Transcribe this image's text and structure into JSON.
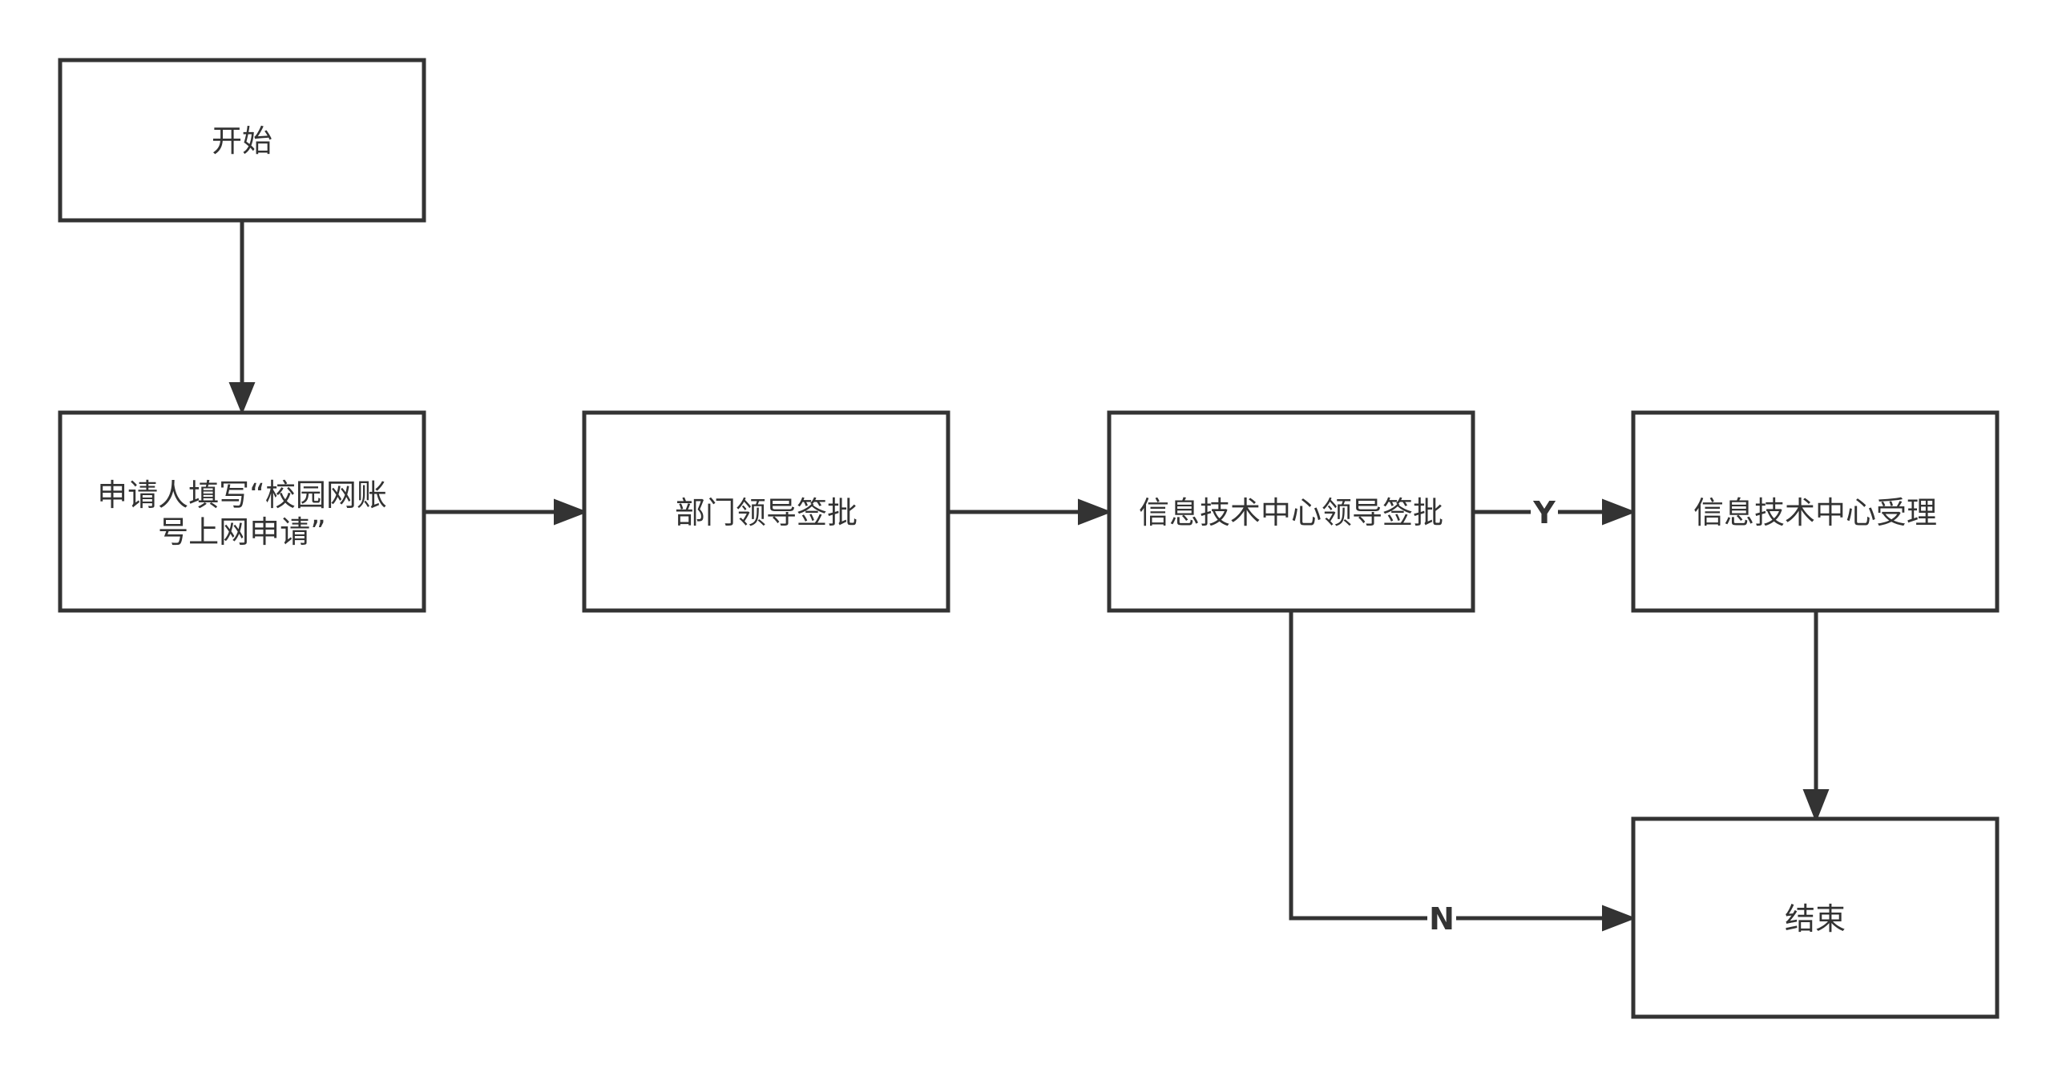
{
  "nodes": {
    "start": {
      "label": "开始"
    },
    "apply": {
      "label_line1": "申请人填写“校园网账",
      "label_line2": "号上网申请”"
    },
    "dept": {
      "label": "部门领导签批"
    },
    "itlead": {
      "label": "信息技术中心领导签批"
    },
    "accept": {
      "label": "信息技术中心受理"
    },
    "end": {
      "label": "结束"
    }
  },
  "edges": {
    "yes_label": "Y",
    "no_label": "N"
  },
  "colors": {
    "stroke": "#333333",
    "background": "#ffffff"
  }
}
